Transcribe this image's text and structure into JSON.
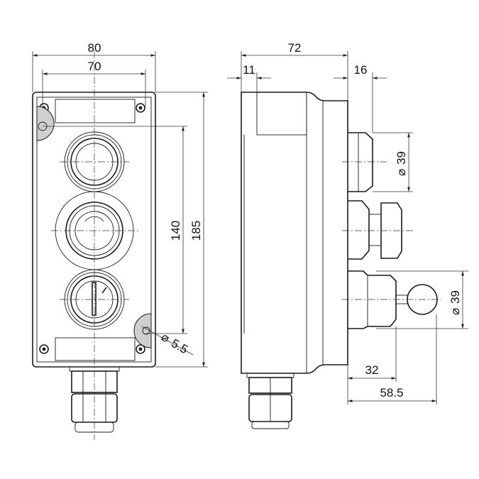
{
  "front_view": {
    "width_outer": "80",
    "width_holes": "70",
    "height_holes": "140",
    "height_outer": "185",
    "hole_diameter": "5.5",
    "diameter_symbol": "⌀"
  },
  "side_view": {
    "depth": "72",
    "lid_offset": "11",
    "button_height": "16",
    "button_diameter_top": "39",
    "button_diameter_bottom": "39",
    "mushroom_height": "32",
    "key_height": "58.5",
    "diameter_symbol": "⌀"
  }
}
